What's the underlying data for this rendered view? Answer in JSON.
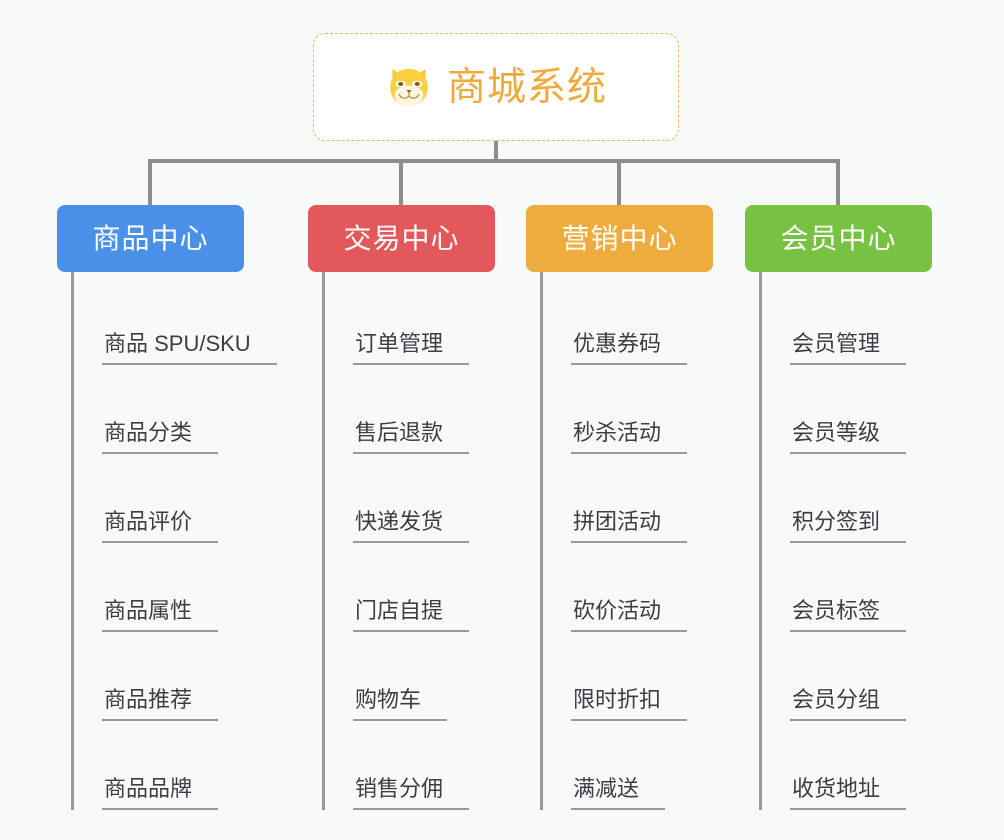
{
  "background_color": "#f8f9f9",
  "root": {
    "icon": "shiba-dog-face-icon",
    "title": "商城系统",
    "title_color": "#efa93c",
    "border_color": "#f0b860",
    "background": "#ffffff"
  },
  "connector_color": "#8d8d8d",
  "categories": [
    {
      "label": "商品中心",
      "color": "#4a90e8",
      "items": [
        "商品 SPU/SKU",
        "商品分类",
        "商品评价",
        "商品属性",
        "商品推荐",
        "商品品牌"
      ]
    },
    {
      "label": "交易中心",
      "color": "#e3595b",
      "items": [
        "订单管理",
        "售后退款",
        "快递发货",
        "门店自提",
        "购物车",
        "销售分佣"
      ]
    },
    {
      "label": "营销中心",
      "color": "#eeac3f",
      "items": [
        "优惠券码",
        "秒杀活动",
        "拼团活动",
        "砍价活动",
        "限时折扣",
        "满减送"
      ]
    },
    {
      "label": "会员中心",
      "color": "#77c242",
      "items": [
        "会员管理",
        "会员等级",
        "积分签到",
        "会员标签",
        "会员分组",
        "收货地址"
      ]
    }
  ]
}
